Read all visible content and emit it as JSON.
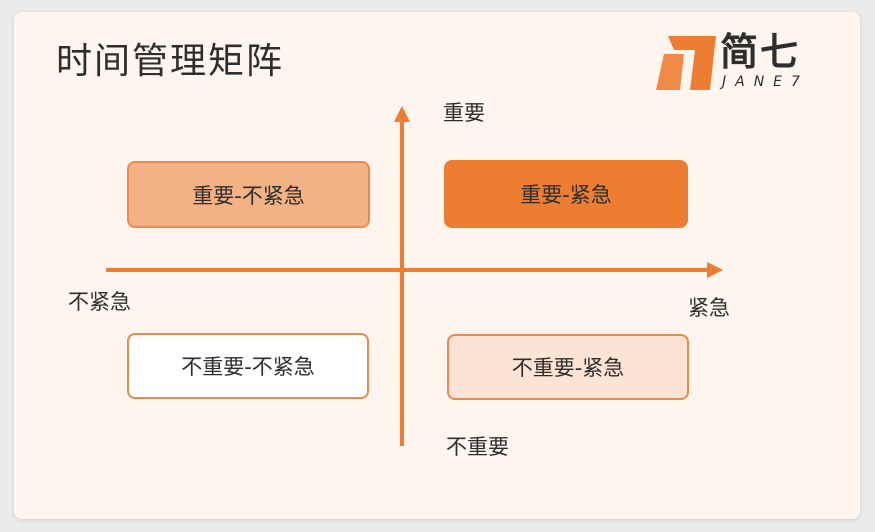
{
  "title": "时间管理矩阵",
  "logo": {
    "name": "简七",
    "sub": "JANE7"
  },
  "axes": {
    "top": "重要",
    "bottom": "不重要",
    "left": "不紧急",
    "right": "紧急"
  },
  "quadrants": {
    "top_left": "重要-不紧急",
    "top_right": "重要-紧急",
    "bottom_left": "不重要-不紧急",
    "bottom_right": "不重要-紧急"
  },
  "colors": {
    "accent": "#ed7d31",
    "light_fill": "#f2b286",
    "pale_fill": "#fbe3d5",
    "background": "#fdf5ee"
  }
}
